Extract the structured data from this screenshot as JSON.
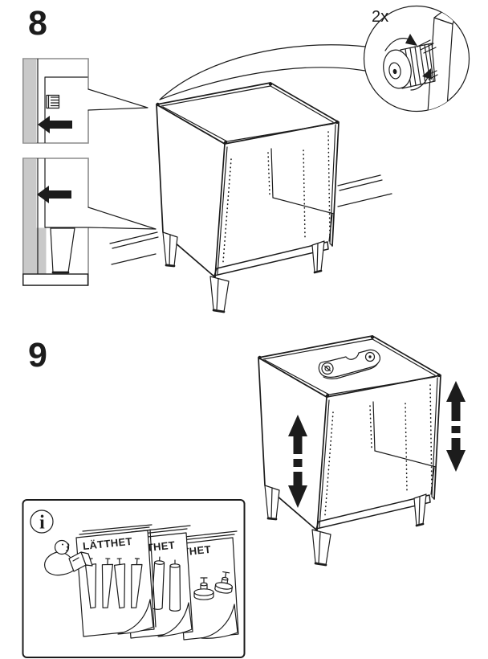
{
  "colors": {
    "ink": "#1c1c1c",
    "panel_gray": "#c9c9c9",
    "frame_gray": "#8c8c8c",
    "background": "#ffffff"
  },
  "steps": [
    {
      "number": "8"
    },
    {
      "number": "9"
    }
  ],
  "step8": {
    "quantity_label": "2x"
  },
  "info_box": {
    "icon_glyph": "i",
    "booklets": [
      {
        "title": "LÄTTHET"
      },
      {
        "title": "LÄTTHET"
      },
      {
        "title": "LÄTTHET"
      }
    ]
  }
}
